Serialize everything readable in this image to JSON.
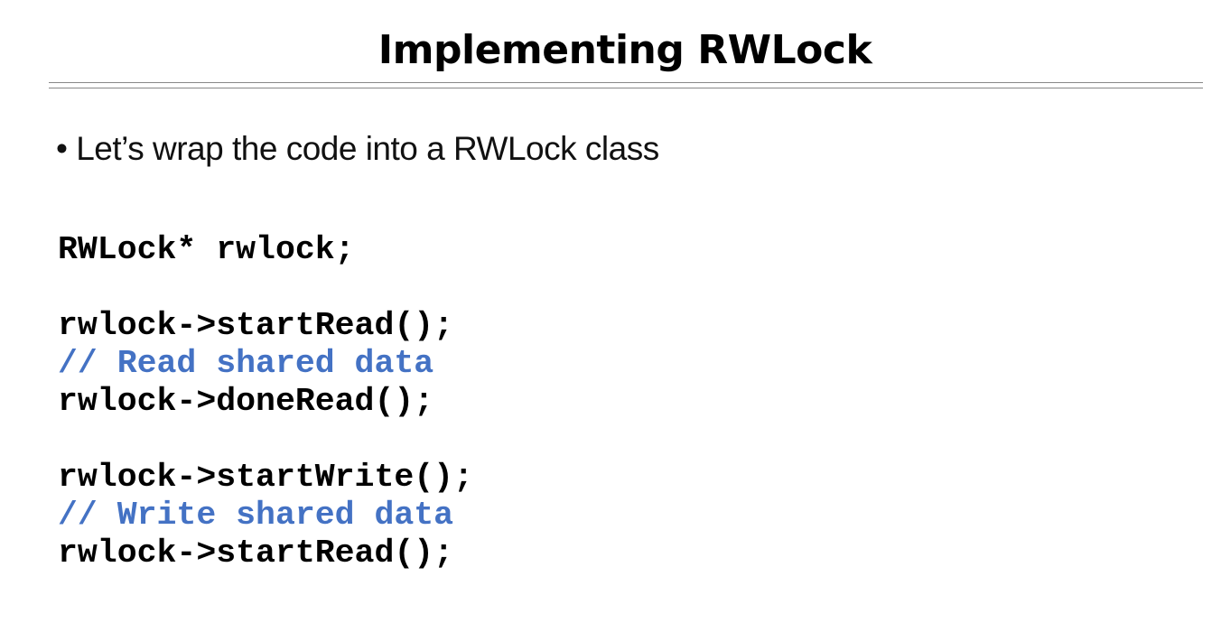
{
  "slide": {
    "title": "Implementing RWLock",
    "bullets": [
      "• Let’s wrap the code into a RWLock class"
    ],
    "code_lines": [
      {
        "text": "RWLock* rwlock;",
        "type": "code"
      },
      {
        "text": "",
        "type": "blank"
      },
      {
        "text": "rwlock->startRead();",
        "type": "code"
      },
      {
        "text": "// Read shared data",
        "type": "comment"
      },
      {
        "text": "rwlock->doneRead();",
        "type": "code"
      },
      {
        "text": "",
        "type": "blank"
      },
      {
        "text": "rwlock->startWrite();",
        "type": "code"
      },
      {
        "text": "// Write shared data",
        "type": "comment"
      },
      {
        "text": "rwlock->startRead();",
        "type": "code"
      }
    ],
    "colors": {
      "comment": "#4472C4",
      "code": "#000000"
    }
  }
}
